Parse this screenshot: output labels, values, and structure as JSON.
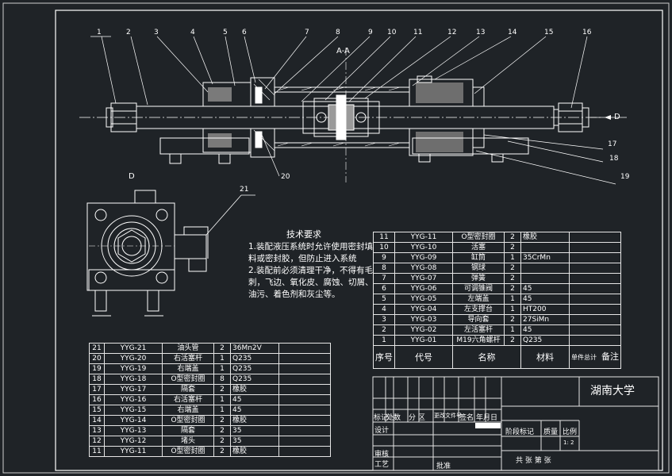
{
  "drawing": {
    "section_label": "A-A",
    "view_label_d": "D",
    "view_label_d2": "D",
    "balloons": [
      "1",
      "2",
      "3",
      "4",
      "5",
      "6",
      "7",
      "8",
      "9",
      "10",
      "11",
      "12",
      "13",
      "14",
      "15",
      "16",
      "17",
      "18",
      "19",
      "20",
      "21"
    ]
  },
  "notes": {
    "title": "技术要求",
    "items": [
      "1.装配液压系统时允许使用密封填料或密封胶，但防止进入系统",
      "2.装配前必须清理干净，不得有毛刺，飞边、氧化皮、腐蚀、切屑、油污、着色剂和灰尘等。"
    ]
  },
  "bom_upper": {
    "rows": [
      {
        "no": "11",
        "code": "YYG-11",
        "name": "O型密封圈",
        "qty": "2",
        "mat": "橡胶",
        "note": ""
      },
      {
        "no": "10",
        "code": "YYG-10",
        "name": "活塞",
        "qty": "2",
        "mat": "",
        "note": ""
      },
      {
        "no": "9",
        "code": "YYG-09",
        "name": "缸筒",
        "qty": "1",
        "mat": "35CrMn",
        "note": ""
      },
      {
        "no": "8",
        "code": "YYG-08",
        "name": "钢球",
        "qty": "2",
        "mat": "",
        "note": ""
      },
      {
        "no": "7",
        "code": "YYG-07",
        "name": "弹簧",
        "qty": "2",
        "mat": "",
        "note": ""
      },
      {
        "no": "6",
        "code": "YYG-06",
        "name": "可调锥阀",
        "qty": "2",
        "mat": "45",
        "note": ""
      },
      {
        "no": "5",
        "code": "YYG-05",
        "name": "左端盖",
        "qty": "1",
        "mat": "45",
        "note": ""
      },
      {
        "no": "4",
        "code": "YYG-04",
        "name": "左支撑台",
        "qty": "1",
        "mat": "HT200",
        "note": ""
      },
      {
        "no": "3",
        "code": "YYG-03",
        "name": "导向套",
        "qty": "2",
        "mat": "27SiMn",
        "note": ""
      },
      {
        "no": "2",
        "code": "YYG-02",
        "name": "左活塞杆",
        "qty": "1",
        "mat": "45",
        "note": ""
      },
      {
        "no": "1",
        "code": "YYG-01",
        "name": "M19六角螺杆",
        "qty": "2",
        "mat": "Q235",
        "note": ""
      }
    ],
    "header": {
      "no": "序号",
      "code": "代号",
      "name": "名称",
      "mat": "材料",
      "weight": "单件总计",
      "note": "备注"
    }
  },
  "bom_lower": {
    "rows": [
      {
        "no": "21",
        "code": "YYG-21",
        "name": "油头管",
        "qty": "2",
        "mat": "36Mn2V"
      },
      {
        "no": "20",
        "code": "YYG-20",
        "name": "右活塞杆",
        "qty": "1",
        "mat": "Q235"
      },
      {
        "no": "19",
        "code": "YYG-19",
        "name": "右端盖",
        "qty": "1",
        "mat": "Q235"
      },
      {
        "no": "18",
        "code": "YYG-18",
        "name": "O型密封圈",
        "qty": "8",
        "mat": "Q235"
      },
      {
        "no": "17",
        "code": "YYG-17",
        "name": "隔套",
        "qty": "2",
        "mat": "橡胶"
      },
      {
        "no": "16",
        "code": "YYG-16",
        "name": "右活塞杆",
        "qty": "1",
        "mat": "45"
      },
      {
        "no": "15",
        "code": "YYG-15",
        "name": "右端盖",
        "qty": "1",
        "mat": "45"
      },
      {
        "no": "14",
        "code": "YYG-14",
        "name": "O型密封圈",
        "qty": "2",
        "mat": "橡胶"
      },
      {
        "no": "13",
        "code": "YYG-13",
        "name": "隔套",
        "qty": "2",
        "mat": "35"
      },
      {
        "no": "12",
        "code": "YYG-12",
        "name": "堵头",
        "qty": "2",
        "mat": "35"
      },
      {
        "no": "11",
        "code": "YYG-11",
        "name": "O型密封圈",
        "qty": "2",
        "mat": "橡胶"
      }
    ]
  },
  "title_block": {
    "org": "湖南大学",
    "mark": "标记",
    "count": "处数",
    "zone": "分 区",
    "docno": "更改文件号",
    "sign": "签名",
    "date": "年月日",
    "design": "设计",
    "check": "审核",
    "process": "工艺",
    "approve": "批准",
    "stage": "阶段标记",
    "mass": "质量",
    "scale_label": "比例",
    "scale": "1: 2",
    "sheets": "共 张 第 张"
  }
}
